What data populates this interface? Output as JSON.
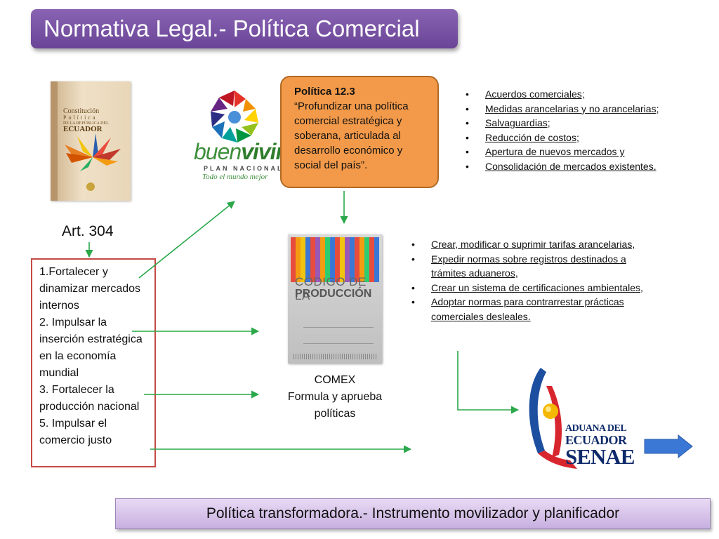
{
  "title": "Normativa Legal.- Política Comercial",
  "constitution_book": {
    "line1": "Constitución",
    "line2": "Política",
    "line3": "DE LA REPÚBLICA DEL",
    "line4": "ECUADOR"
  },
  "buen_vivir": {
    "word1": "buen",
    "word2": "vivir",
    "plan": "PLAN NACIONAL",
    "tagline": "Todo el mundo mejor"
  },
  "policy": {
    "title": "Política 12.3",
    "text": "“Profundizar una política comercial estratégica y soberana, articulada  al desarrollo económico y social del país”."
  },
  "policy_measures": [
    "Acuerdos comerciales;",
    "Medidas arancelarias y no arancelarias;",
    "Salvaguardias;",
    "Reducción de costos;",
    "Apertura de nuevos mercados y",
    "Consolidación de mercados existentes."
  ],
  "article": "Art. 304",
  "objectives": [
    "1.Fortalecer y dinamizar mercados internos",
    "2. Impulsar la inserción estratégica en la economía mundial",
    "3. Fortalecer la producción nacional",
    "5. Impulsar el comercio justo"
  ],
  "code_book": {
    "line1": "CÓDIGO DE LA",
    "line2": "PRODUCCIÓN"
  },
  "comex": {
    "line1": "COMEX",
    "line2": "Formula y aprueba",
    "line3": "políticas"
  },
  "comex_actions": [
    "Crear, modificar o suprimir tarifas arancelarias,",
    "Expedir normas sobre registros destinados a trámites aduaneros,",
    "Crear un sistema de certificaciones ambientales,",
    "Adoptar normas para contrarrestar prácticas comerciales desleales."
  ],
  "senae": {
    "line1": "ADUANA DEL",
    "line2": "ECUADOR",
    "line3": "SENAE"
  },
  "footer": "Política transformadora.-  Instrumento movilizador y  planificador",
  "colors": {
    "title_bg": "#7a54a6",
    "policy_box": "#f39a4a",
    "arrow_green": "#2aa84a",
    "objectives_border": "#c44a44",
    "footer_bg": "#d8c4ec",
    "senae_blue": "#0e2a6b",
    "blue_arrow": "#3b78d6"
  }
}
